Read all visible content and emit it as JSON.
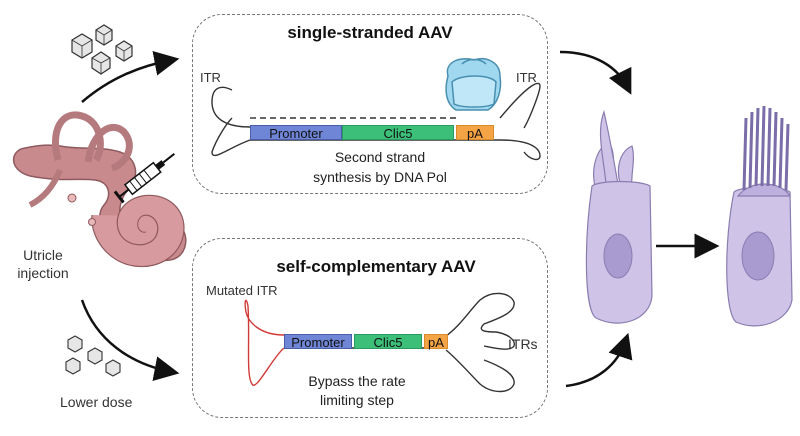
{
  "left": {
    "injection_label": "Utricle injection",
    "dose_label": "Lower dose"
  },
  "panel_single": {
    "title": "single-stranded AAV",
    "itr_left": "ITR",
    "itr_right": "ITR",
    "promoter": "Promoter",
    "gene": "Clic5",
    "polya": "pA",
    "caption_line1": "Second strand",
    "caption_line2": "synthesis by DNA Pol"
  },
  "panel_self": {
    "title": "self-complementary AAV",
    "mutated_itr": "Mutated ITR",
    "promoter": "Promoter",
    "gene": "Clic5",
    "polya": "pA",
    "itrs": "ITRs",
    "caption_line1": "Bypass the rate",
    "caption_line2": "limiting step"
  },
  "colors": {
    "promoter": "#6f86d6",
    "gene": "#3cbf78",
    "polya": "#f5a445",
    "cochlea": "#c98a8e",
    "hair_cell": "#cfc3e8",
    "mutated_itr": "#d23a3a"
  }
}
